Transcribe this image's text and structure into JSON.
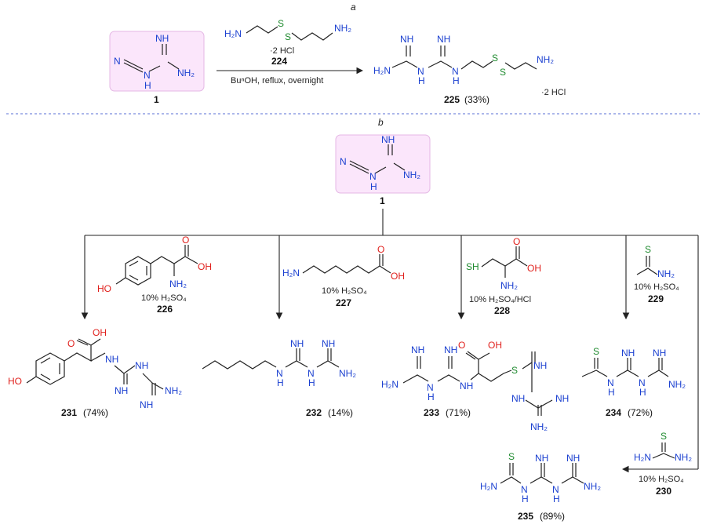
{
  "panels": {
    "a": "a",
    "b": "b"
  },
  "scheme_a": {
    "start_label": "1",
    "reagent_label": "224",
    "reagent_salt": "·2 HCl",
    "conditions": "BuⁿOH, reflux, overnight",
    "product_label": "225",
    "product_yield": "(33%)",
    "product_salt": "·2 HCl"
  },
  "scheme_b": {
    "start_label": "1",
    "branches": [
      {
        "reagent_label": "226",
        "conditions": "10% H₂SO₄",
        "product_label": "231",
        "product_yield": "(74%)"
      },
      {
        "reagent_label": "227",
        "conditions": "10% H₂SO₄",
        "product_label": "232",
        "product_yield": "(14%)"
      },
      {
        "reagent_label": "228",
        "conditions": "10% H₂SO₄/HCl",
        "product_label": "233",
        "product_yield": "(71%)"
      },
      {
        "reagent_label": "229",
        "conditions": "10% H₂SO₄",
        "product_label": "234",
        "product_yield": "(72%)"
      },
      {
        "reagent_label": "230",
        "conditions": "10% H₂SO₄",
        "product_label": "235",
        "product_yield": "(89%)"
      }
    ]
  },
  "atoms": {
    "N": "N",
    "NH": "NH",
    "H": "H",
    "NH2": "NH₂",
    "H2N": "H₂N",
    "S": "S",
    "SH": "SH",
    "O": "O",
    "OH": "OH",
    "HO": "HO"
  }
}
